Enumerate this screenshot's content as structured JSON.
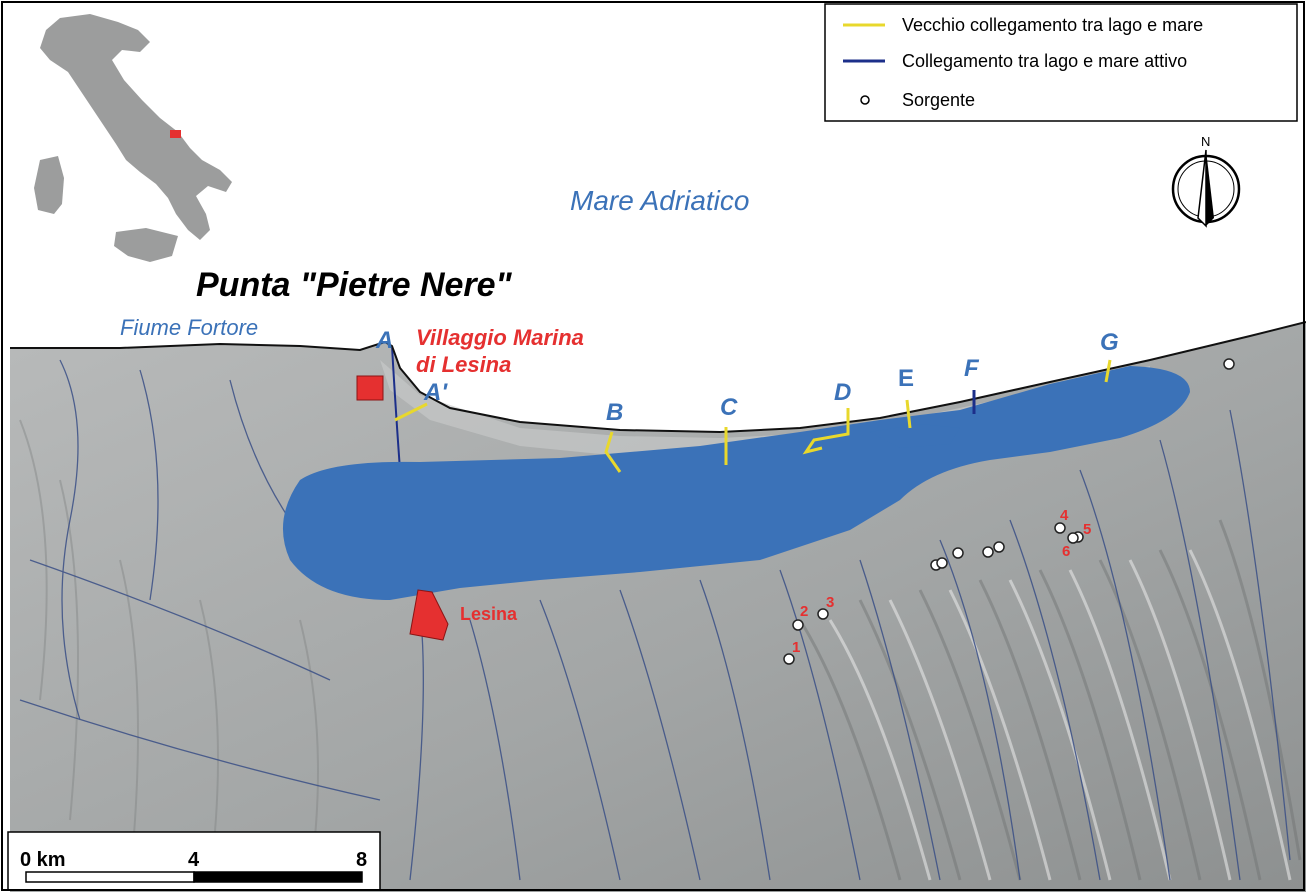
{
  "legend": {
    "items": [
      {
        "label": "Vecchio collegamento tra lago e mare",
        "color": "#e8d82c"
      },
      {
        "label": "Collegamento tra lago e mare attivo",
        "color": "#1c2f8a"
      },
      {
        "label": "Sorgente"
      }
    ]
  },
  "labels": {
    "sea": "Mare Adriatico",
    "point": "Punta \"Pietre Nere\"",
    "river": "Fiume Fortore",
    "village_line1": "Villaggio Marina",
    "village_line2": "di Lesina",
    "town": "Lesina"
  },
  "sections": [
    "A",
    "A'",
    "B",
    "C",
    "D",
    "E",
    "F",
    "G"
  ],
  "springs": [
    "1",
    "2",
    "3",
    "4",
    "5",
    "6"
  ],
  "north": "N",
  "scale": {
    "unit_start": "0 km",
    "mid": "4",
    "end": "8"
  },
  "colors": {
    "lake": "#3b72b8",
    "terrain": "#a9acac",
    "marker": "#e53030",
    "old_link": "#e8d82c",
    "active_link": "#1c2f8a"
  }
}
